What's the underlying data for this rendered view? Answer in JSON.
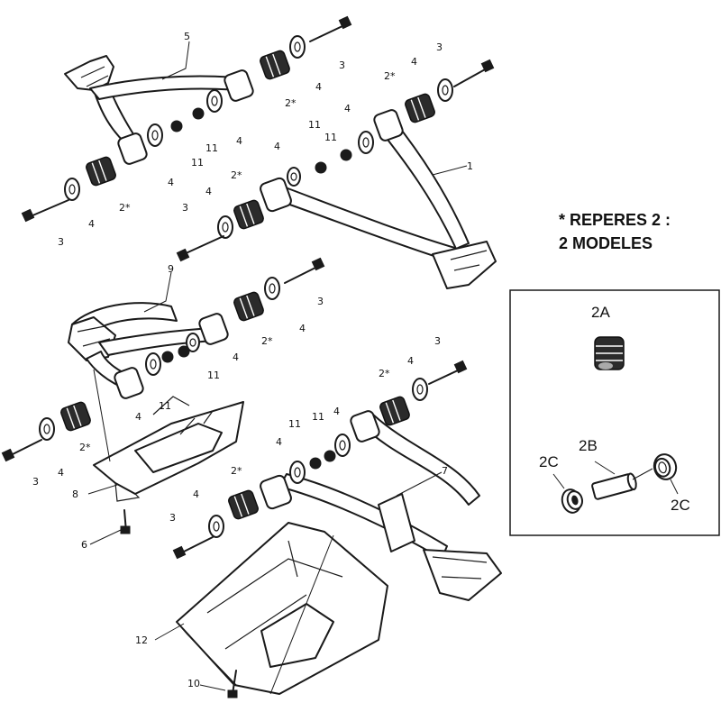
{
  "note": {
    "line1": "* REPERES 2 :",
    "line2": "2 MODELES"
  },
  "variants": {
    "a": "2A",
    "b": "2B",
    "c_left": "2C",
    "c_right": "2C"
  },
  "callouts": {
    "c1": "1",
    "c2a": "2*",
    "c2b": "2*",
    "c2c": "2*",
    "c2d": "2*",
    "c2e": "2*",
    "c2f": "2*",
    "c2g": "2*",
    "c2h": "2*",
    "c3a": "3",
    "c3b": "3",
    "c3c": "3",
    "c3d": "3",
    "c3e": "3",
    "c3f": "3",
    "c3g": "3",
    "c3h": "3",
    "c4a": "4",
    "c4b": "4",
    "c4c": "4",
    "c4d": "4",
    "c4e": "4",
    "c4f": "4",
    "c4g": "4",
    "c4h": "4",
    "c4i": "4",
    "c4j": "4",
    "c4k": "4",
    "c4l": "4",
    "c4m": "4",
    "c4n": "4",
    "c4o": "4",
    "c4p": "4",
    "c5": "5",
    "c6": "6",
    "c7": "7",
    "c8": "8",
    "c9": "9",
    "c10": "10",
    "c11a": "11",
    "c11b": "11",
    "c11c": "11",
    "c11d": "11",
    "c11e": "11",
    "c11f": "11",
    "c11g": "11",
    "c11h": "11",
    "c12": "12"
  }
}
